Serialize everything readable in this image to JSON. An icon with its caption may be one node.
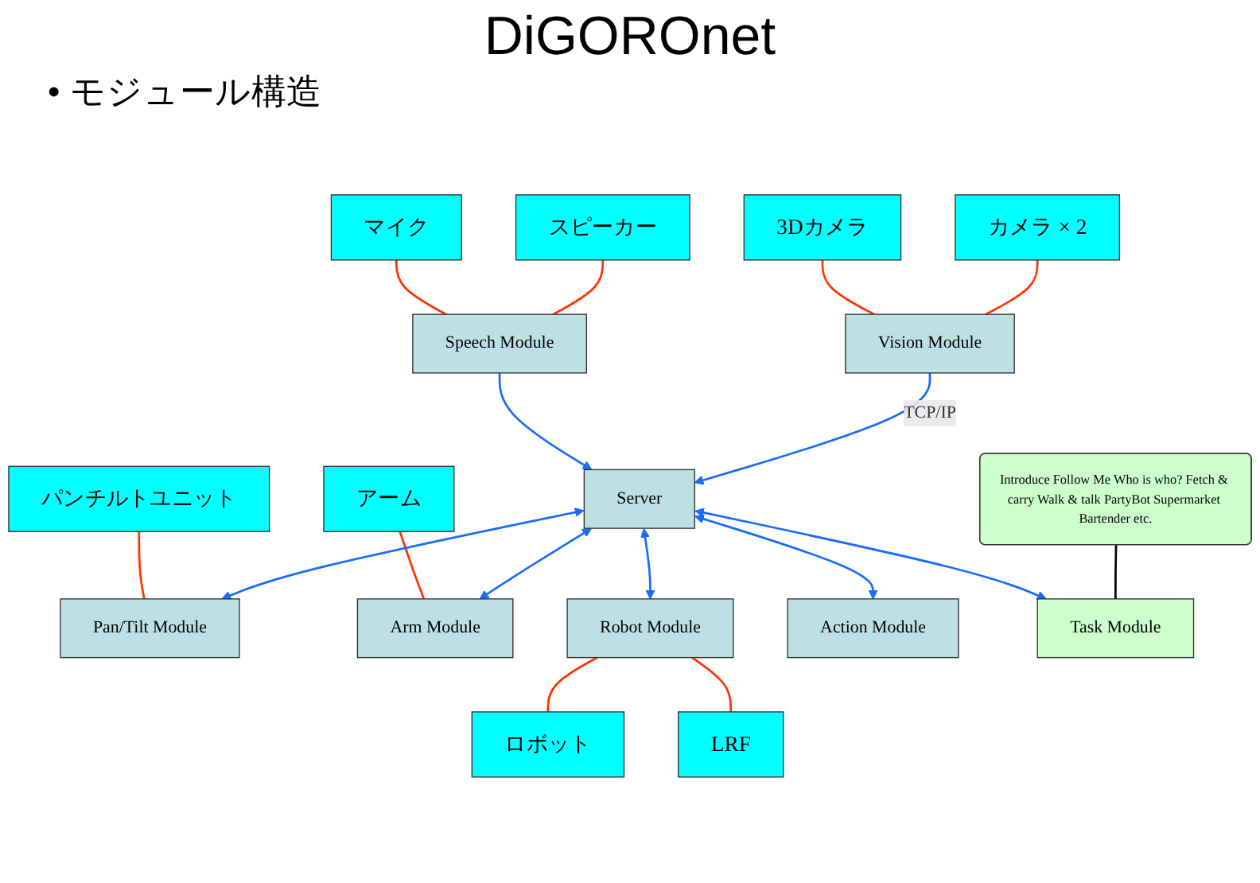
{
  "diagram": {
    "title": "DiGOROnet",
    "nodes": [
      {
        "text": [
          "3Dカメラ"
        ]
      },
      {
        "text": [
          "カメラ × 2"
        ]
      },
      {
        "text": [
          "パンチルトユニット"
        ]
      },
      {
        "text": [
          "スピーカー"
        ]
      },
      {
        "text": [
          "マイク"
        ]
      },
      {
        "text": [
          "Vision Module"
        ]
      },
      {
        "text": [
          "Pan/Tilt Module"
        ]
      },
      {
        "text": [
          "Speech Module"
        ]
      },
      {
        "text": [
          "アーム"
        ]
      },
      {
        "text": [
          "Server"
        ]
      },
      {
        "text": [
          "Arm Module"
        ]
      },
      {
        "text": [
          "Robot Module"
        ]
      },
      {
        "text": [
          "Introduce Follow Me Who is who? Fetch & carry Walk & talk PartyBot Supermarket Bartender etc."
        ]
      },
      {
        "text": [
          "ロボット"
        ]
      },
      {
        "text": [
          "LRF"
        ]
      },
      {
        "text": [
          "Action Module"
        ]
      },
      {
        "text": [
          "Task Module"
        ]
      }
    ],
    "edges": [
      {
        "from": 4,
        "to": 7,
        "arrow": "none",
        "color": "#ff3300"
      },
      {
        "from": 3,
        "to": 7,
        "arrow": "none",
        "color": "#ff3300"
      },
      {
        "from": 0,
        "to": 5,
        "arrow": "none",
        "color": "#ff3300"
      },
      {
        "from": 1,
        "to": 5,
        "arrow": "none",
        "color": "#ff3300"
      },
      {
        "from": 2,
        "to": 6,
        "arrow": "none",
        "color": "#ff3300"
      },
      {
        "from": 8,
        "to": 10,
        "arrow": "none",
        "color": "#ff3300"
      },
      {
        "from": 11,
        "to": 13,
        "arrow": "none",
        "color": "#ff3300"
      },
      {
        "from": 11,
        "to": 14,
        "arrow": "none",
        "color": "#ff3300"
      },
      {
        "from": 7,
        "to": 9,
        "arrow": "to",
        "color": "#1a6cff"
      },
      {
        "from": 5,
        "to": 9,
        "arrow": "to",
        "label": "TCP/IP",
        "color": "#1a6cff"
      },
      {
        "from": 9,
        "to": 6,
        "arrow": "both",
        "color": "#1a6cff"
      },
      {
        "from": 9,
        "to": 10,
        "arrow": "both",
        "color": "#1a6cff"
      },
      {
        "from": 9,
        "to": 11,
        "arrow": "both",
        "color": "#1a6cff"
      },
      {
        "from": 9,
        "to": 15,
        "arrow": "both",
        "color": "#1a6cff"
      },
      {
        "from": 9,
        "to": 16,
        "arrow": "both",
        "color": "#1a6cff"
      },
      {
        "from": 12,
        "to": 16,
        "arrow": "none",
        "color": "#000000"
      }
    ],
    "labels": [
      "• モジュール構造"
    ]
  }
}
